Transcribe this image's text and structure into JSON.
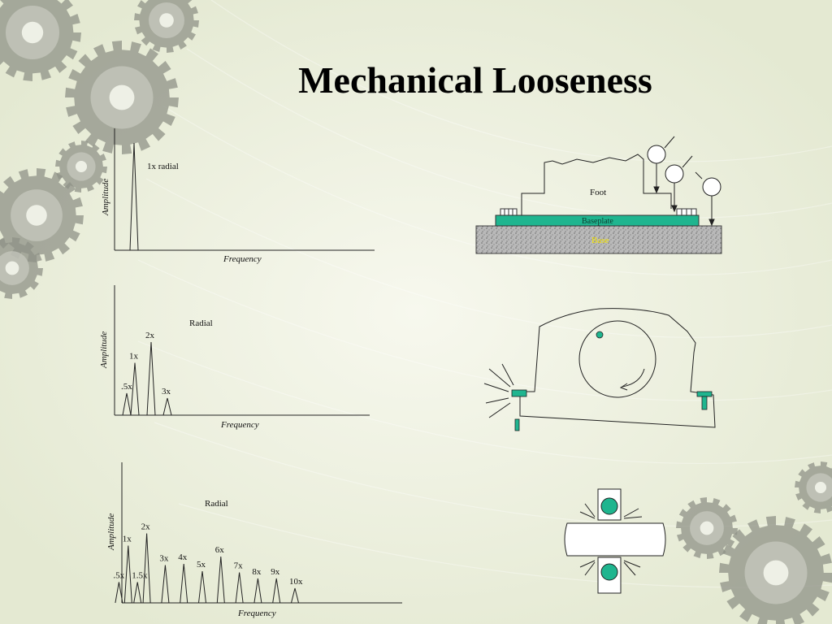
{
  "slide": {
    "title": "Mechanical Looseness"
  },
  "colors": {
    "accent_green": "#1fb58f",
    "base_label_yellow": "#f4e300",
    "background": "#eef1e2",
    "gear_gray": "#8f9287"
  },
  "chart_data": [
    {
      "type": "line",
      "xlabel": "Frequency",
      "ylabel": "Amplitude",
      "annotations": [
        {
          "label": "1x radial",
          "x": 1,
          "y": 0.85
        }
      ],
      "peaks": [
        {
          "label": "",
          "x": 1,
          "y": 0.88
        }
      ]
    },
    {
      "type": "line",
      "xlabel": "Frequency",
      "ylabel": "Amplitude",
      "annotations": [
        {
          "label": "Radial"
        }
      ],
      "peaks": [
        {
          "label": ".5x",
          "x": 0.5,
          "y": 0.18
        },
        {
          "label": "1x",
          "x": 1,
          "y": 0.43
        },
        {
          "label": "2x",
          "x": 2,
          "y": 0.6
        },
        {
          "label": "3x",
          "x": 3,
          "y": 0.14
        }
      ]
    },
    {
      "type": "line",
      "xlabel": "Frequency",
      "ylabel": "Amplitude",
      "annotations": [
        {
          "label": "Radial"
        }
      ],
      "peaks": [
        {
          "label": ".5x",
          "x": 0.5,
          "y": 0.17
        },
        {
          "label": "1x",
          "x": 1,
          "y": 0.47
        },
        {
          "label": "1.5x",
          "x": 1.5,
          "y": 0.17
        },
        {
          "label": "2x",
          "x": 2,
          "y": 0.57
        },
        {
          "label": "3x",
          "x": 3,
          "y": 0.31
        },
        {
          "label": "4x",
          "x": 4,
          "y": 0.32
        },
        {
          "label": "5x",
          "x": 5,
          "y": 0.26
        },
        {
          "label": "6x",
          "x": 6,
          "y": 0.38
        },
        {
          "label": "7x",
          "x": 7,
          "y": 0.25
        },
        {
          "label": "8x",
          "x": 8,
          "y": 0.2
        },
        {
          "label": "9x",
          "x": 9,
          "y": 0.2
        },
        {
          "label": "10x",
          "x": 10,
          "y": 0.12
        }
      ]
    }
  ],
  "diagrams": {
    "foot": {
      "foot_label": "Foot",
      "baseplate_label": "Baseplate",
      "base_label": "Base"
    }
  }
}
